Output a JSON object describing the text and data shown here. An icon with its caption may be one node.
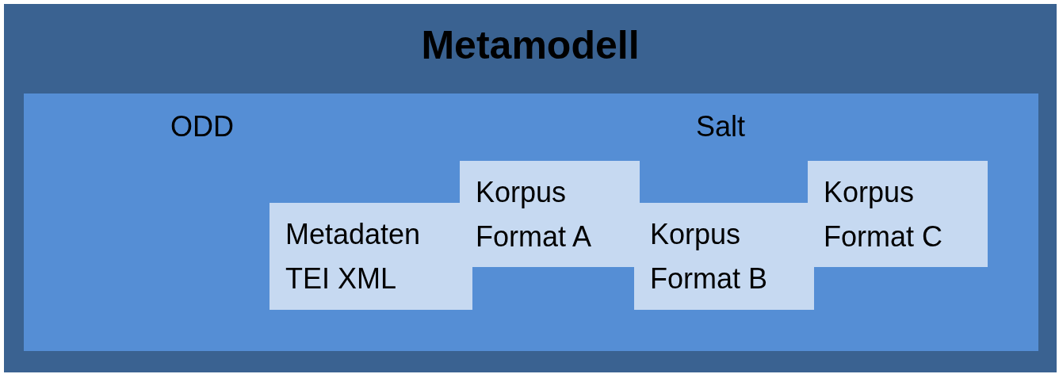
{
  "diagram": {
    "nodes": [
      {
        "text": [
          "Metamodell"
        ]
      },
      {
        "text": [
          "ODD",
          "Salt"
        ],
        "in": 0
      },
      {
        "text": [
          "Metadaten TEI XML"
        ],
        "in": 1
      },
      {
        "text": [
          "Korpus Format A"
        ],
        "in": 1
      },
      {
        "text": [
          "Korpus Format B"
        ],
        "in": 1
      },
      {
        "text": [
          "Korpus Format C"
        ],
        "in": 1
      }
    ]
  }
}
